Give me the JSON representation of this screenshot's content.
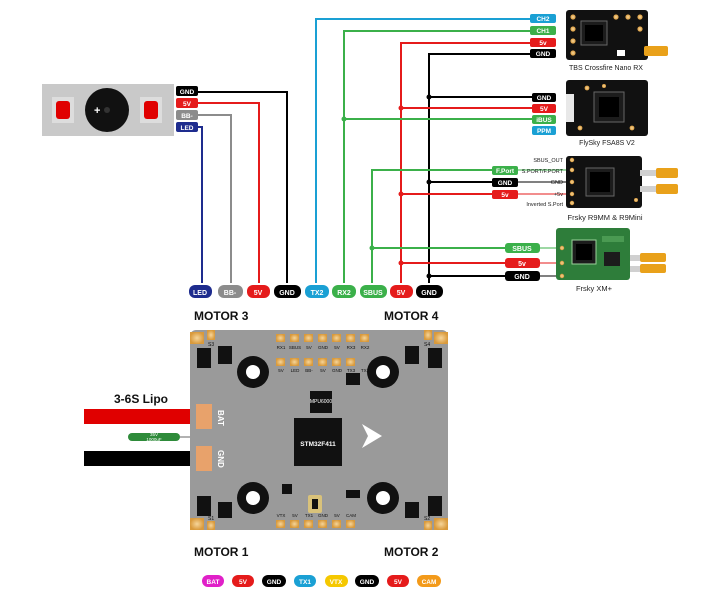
{
  "buzzer": {
    "pins": [
      {
        "label": "GND",
        "color": "#000000"
      },
      {
        "label": "5V",
        "color": "#e51b1b"
      },
      {
        "label": "BB-",
        "color": "#8c8c8c"
      },
      {
        "label": "LED",
        "color": "#1e2c8e"
      }
    ],
    "plus_sign": "+"
  },
  "receivers": {
    "crossfire": {
      "name": "TBS Crossfire Nano RX",
      "pins": [
        {
          "label": "CH2",
          "color": "#1aa0d4"
        },
        {
          "label": "CH1",
          "color": "#3bb04a"
        },
        {
          "label": "5v",
          "color": "#e51b1b"
        },
        {
          "label": "GND",
          "color": "#000000"
        }
      ]
    },
    "flysky": {
      "name": "FlySky FSA8S V2",
      "pins": [
        {
          "label": "GND",
          "color": "#000000"
        },
        {
          "label": "5V",
          "color": "#e51b1b"
        },
        {
          "label": "iBUS",
          "color": "#3bb04a"
        },
        {
          "label": "PPM",
          "color": "#1aa0d4"
        }
      ]
    },
    "r9mm": {
      "name": "Frsky R9MM & R9Mini",
      "pins": [
        {
          "label": "F.Port",
          "color": "#3bb04a"
        },
        {
          "label": "GND",
          "color": "#000000"
        },
        {
          "label": "5v",
          "color": "#e51b1b"
        }
      ],
      "pad_labels": [
        "SBUS_OUT",
        "S.PORT/F.PORT",
        "GND",
        "+5v",
        "Inverted S.Port"
      ]
    },
    "xm": {
      "name": "Frsky XM+",
      "pins": [
        {
          "label": "SBUS",
          "color": "#3bb04a"
        },
        {
          "label": "5v",
          "color": "#e51b1b"
        },
        {
          "label": "GND",
          "color": "#000000"
        }
      ]
    }
  },
  "fc_top_pins": [
    {
      "label": "LED",
      "color": "#1e2c8e"
    },
    {
      "label": "BB-",
      "color": "#8c8c8c"
    },
    {
      "label": "5V",
      "color": "#e51b1b"
    },
    {
      "label": "GND",
      "color": "#000000"
    },
    {
      "label": "TX2",
      "color": "#1aa0d4"
    },
    {
      "label": "RX2",
      "color": "#3bb04a"
    },
    {
      "label": "SBUS",
      "color": "#3bb04a"
    },
    {
      "label": "5V",
      "color": "#e51b1b"
    },
    {
      "label": "GND",
      "color": "#000000"
    }
  ],
  "fc_bottom_pins": [
    {
      "label": "BAT",
      "color": "#e020c8"
    },
    {
      "label": "5V",
      "color": "#e51b1b"
    },
    {
      "label": "GND",
      "color": "#000000"
    },
    {
      "label": "TX1",
      "color": "#1aa0d4"
    },
    {
      "label": "VTX",
      "color": "#f5c800"
    },
    {
      "label": "GND",
      "color": "#000000"
    },
    {
      "label": "5V",
      "color": "#e51b1b"
    },
    {
      "label": "CAM",
      "color": "#f39a1a"
    }
  ],
  "motors": {
    "m1": "MOTOR 1",
    "m2": "MOTOR 2",
    "m3": "MOTOR 3",
    "m4": "MOTOR 4"
  },
  "board": {
    "mcu": "STM32F411",
    "imu": "MPU6000",
    "bat_pad": "BAT",
    "gnd_pad": "GND",
    "s1": "S1",
    "s2": "S2",
    "s3": "S3",
    "s4": "S4",
    "top_pad_labels": [
      "RX1",
      "SBUS",
      "5V",
      "GND",
      "5V",
      "RX3",
      "RX2"
    ],
    "top_pad_labels2": [
      "5V",
      "LED",
      "BB-",
      "5V",
      "GND",
      "TX3",
      "TX2"
    ],
    "bottom_pad_labels": [
      "VTX",
      "5V",
      "TX1",
      "GND",
      "5V",
      "CAM"
    ]
  },
  "battery": {
    "label": "3-6S Lipo",
    "cap_voltage": "35V",
    "cap_value": "1000uF"
  }
}
